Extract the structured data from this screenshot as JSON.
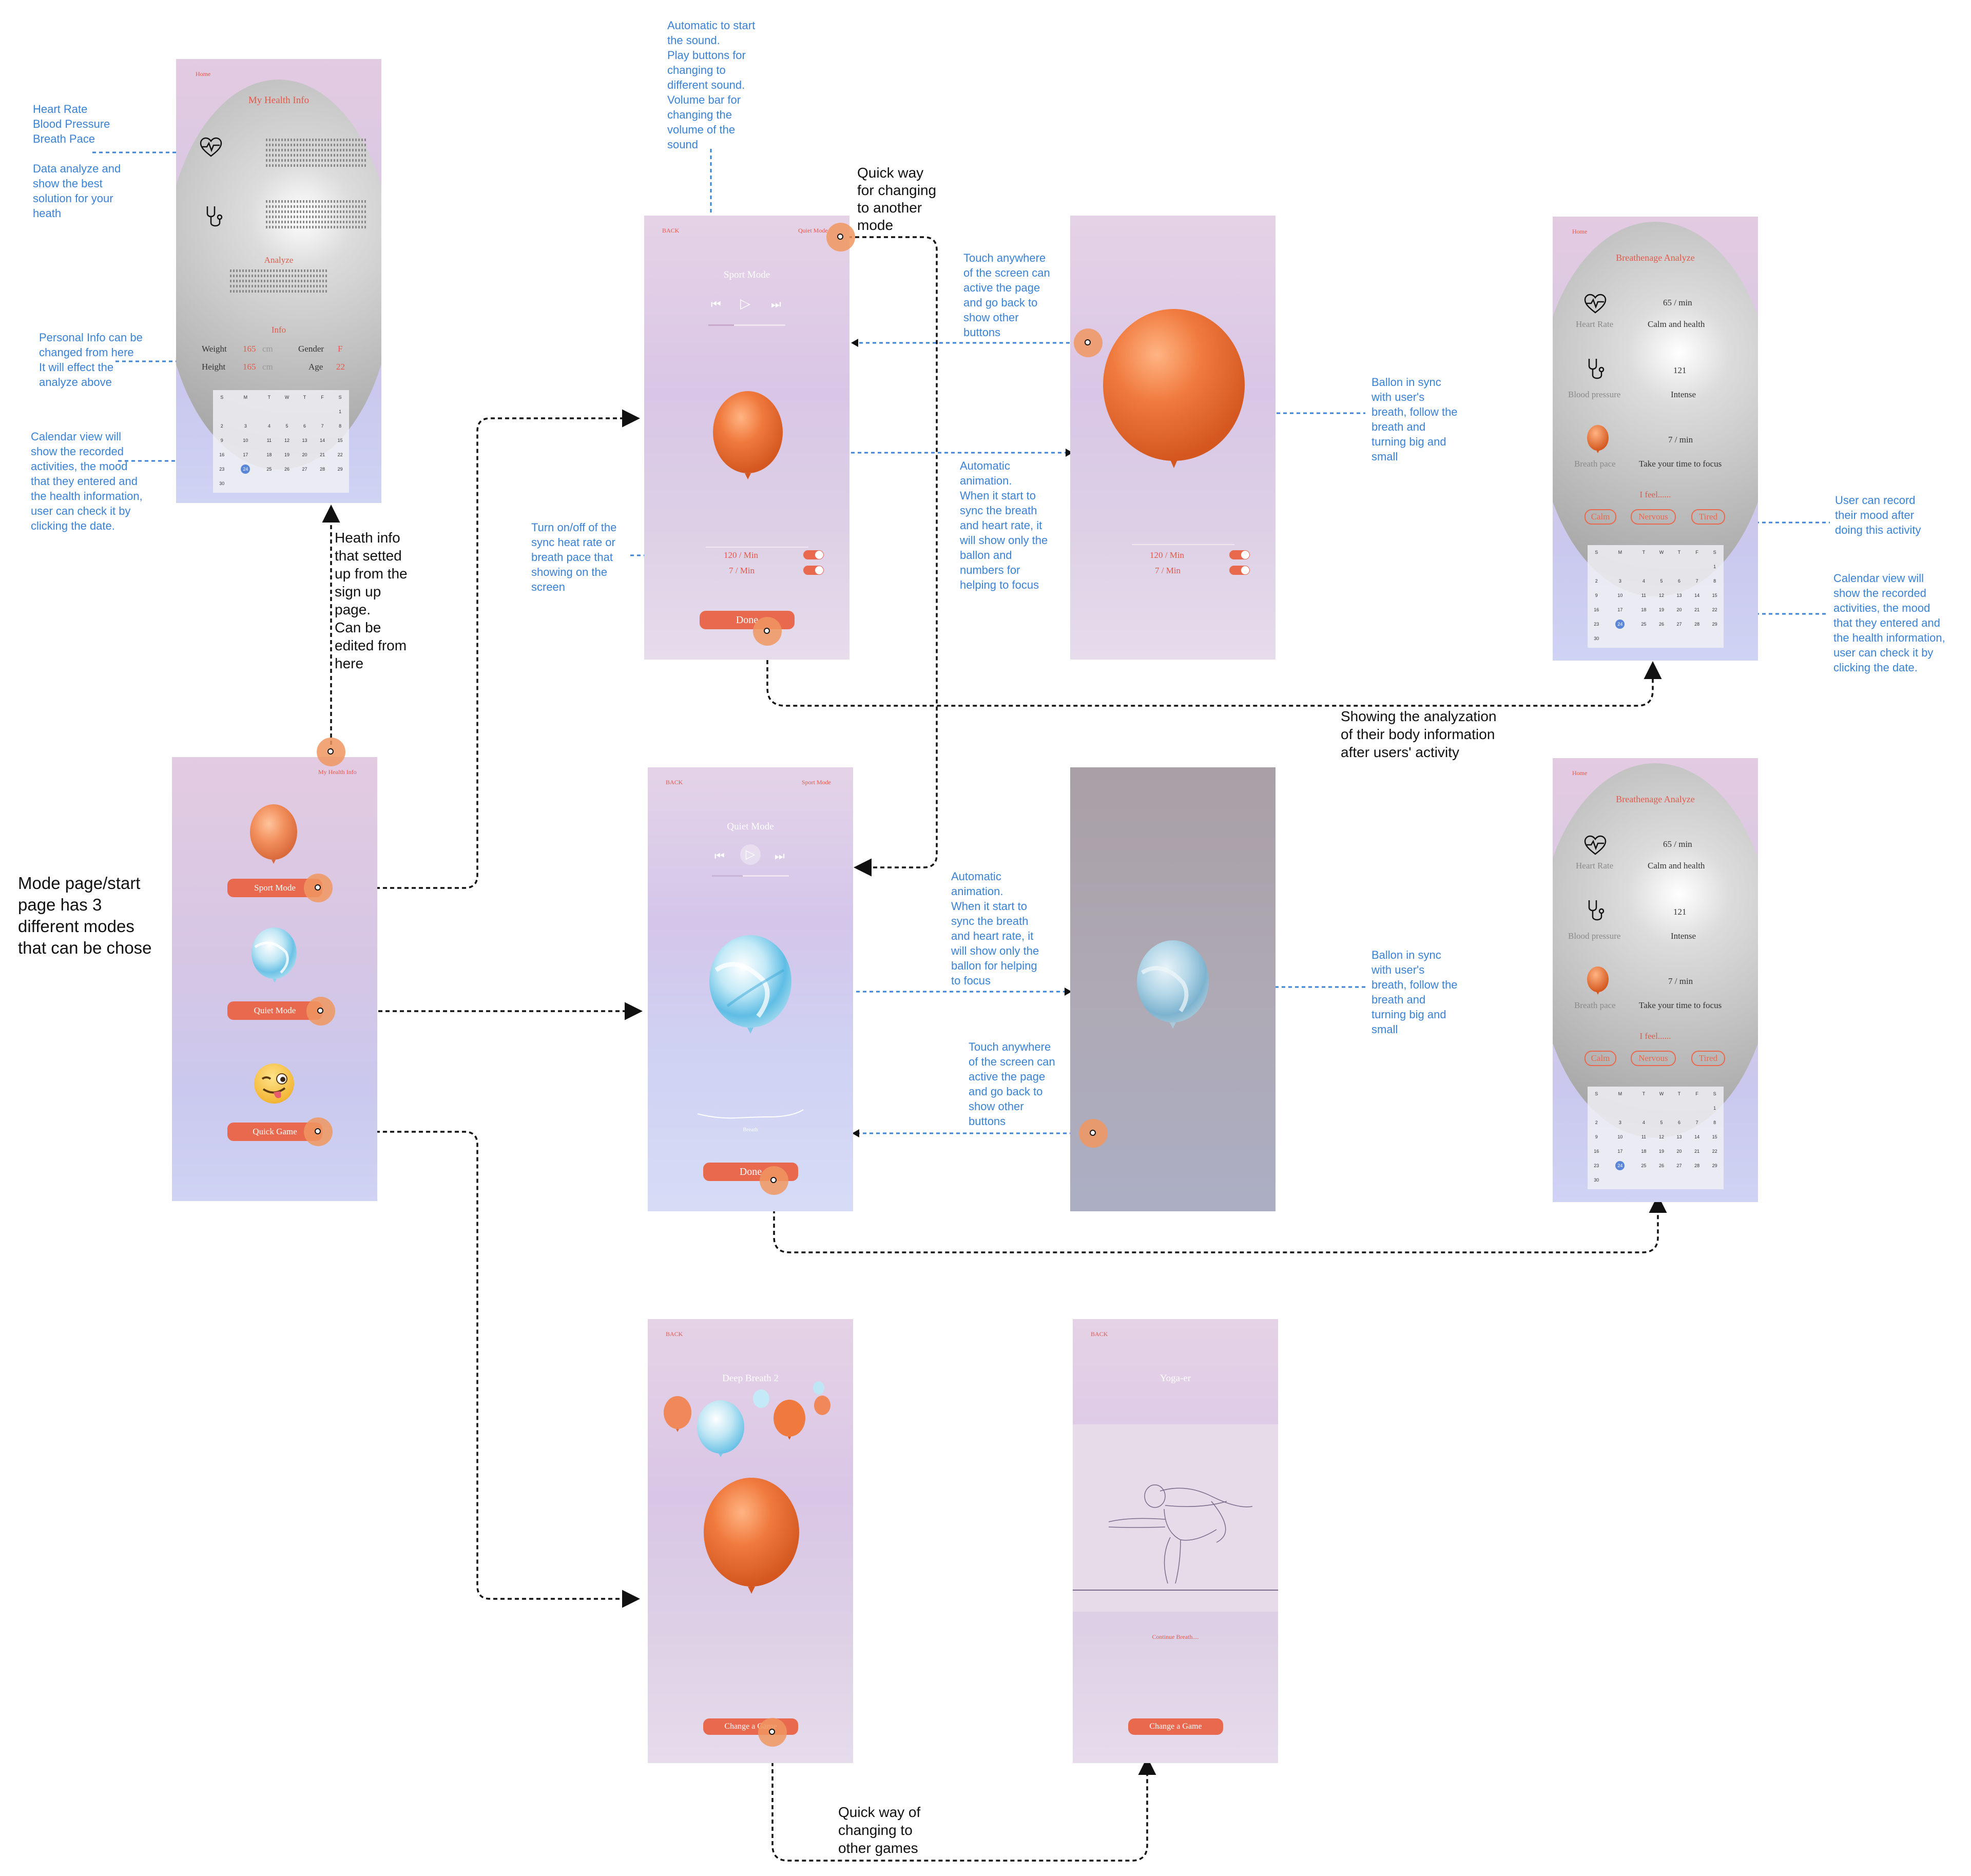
{
  "annotations": {
    "health_metrics": "Heart Rate\nBlood Pressure\nBreath Pace\n\nData analyze and\nshow the best\nsolution for your\nheath",
    "personal_info": "Personal Info can be\nchanged from here\nIt will effect the\nanalyze above",
    "calendar_left": "Calendar view will\nshow the recorded\nactivities, the mood\nthat they entered and\nthe health information,\nuser can check it by\nclicking the date.",
    "heath_info": "Heath info\nthat setted\nup from the\nsign up\npage.\nCan be\nedited from\nhere",
    "mode_page": "Mode page/start\npage has 3\ndifferent modes\nthat can be chose",
    "auto_sound": "Automatic to start\nthe sound.\nPlay buttons for\nchanging to\ndifferent sound.\nVolume bar for\nchanging the\nvolume of the\nsound",
    "quick_mode": "Quick way\nfor changing\nto another\nmode",
    "touch_anywhere_1": "Touch anywhere\nof the screen can\nactive the page\nand go back to\nshow other\nbuttons",
    "auto_anim_1": "Automatic\nanimation.\nWhen it start to\nsync the breath\nand heart rate, it\nwill show only the\nballon and\nnumbers for\nhelping to focus",
    "toggle_sync": "Turn on/off of the\nsync heat rate or\nbreath pace that\nshowing on the\nscreen",
    "balloon_sync_1": "Ballon in sync\nwith user's\nbreath, follow the\nbreath and\nturning big and\nsmall",
    "mood_record": "User can record\ntheir mood after\ndoing this activity",
    "calendar_right": "Calendar view will\nshow the recorded\nactivities, the mood\nthat they entered and\nthe health information,\nuser can check it by\nclicking the date.",
    "showing_analyze": "Showing the analyzation\nof their body information\nafter users' activity",
    "auto_anim_2": "Automatic\nanimation.\nWhen it start to\nsync the breath\nand heart rate, it\nwill show only the\nballon for helping\nto focus",
    "touch_anywhere_2": "Touch anywhere\nof the screen can\nactive the page\nand go back to\nshow other\nbuttons",
    "balloon_sync_2": "Ballon in sync\nwith user's\nbreath, follow the\nbreath and\nturning big and\nsmall",
    "quick_games": "Quick way of\nchanging to\nother games"
  },
  "health_screen": {
    "home": "Home",
    "title": "My Health Info",
    "analyze": "Analyze",
    "info": "Info",
    "weight_label": "Weight",
    "weight_value": "165",
    "weight_unit": "cm",
    "height_label": "Height",
    "height_value": "165",
    "height_unit": "cm",
    "gender_label": "Gender",
    "gender_value": "F",
    "age_label": "Age",
    "age_value": "22"
  },
  "mode_screen": {
    "top_link": "My Health Info",
    "sport": "Sport Mode",
    "quiet": "Quiet Mode",
    "game": "Quick Game"
  },
  "sport_screen": {
    "back": "BACK",
    "switch": "Quiet Mode",
    "title": "Sport Mode",
    "rate_1": "120 /  Min",
    "rate_2": "7 / Min",
    "done": "Done"
  },
  "sport_focus": {
    "rate_1": "120 /  Min",
    "rate_2": "7 / Min"
  },
  "quiet_screen": {
    "back": "BACK",
    "switch": "Sport Mode",
    "title": "Quiet Mode",
    "breath": "Breath",
    "done": "Done"
  },
  "analyze_screen": {
    "home": "Home",
    "title": "Breathenage Analyze",
    "hr_label": "Heart Rate",
    "hr_value": "65 / min",
    "hr_status": "Calm and health",
    "bp_label": "Blood pressure",
    "bp_value": "121",
    "bp_status": "Intense",
    "bpace_label": "Breath pace",
    "bpace_value": "7 / min",
    "bpace_status": "Take your time to focus",
    "feel": "I feel......",
    "moods": [
      "Calm",
      "Nervous",
      "Tired"
    ]
  },
  "calendar": {
    "days": [
      "S",
      "M",
      "T",
      "W",
      "T",
      "F",
      "S"
    ],
    "weeks": [
      [
        "",
        "",
        "",
        "",
        "",
        "",
        "1"
      ],
      [
        "2",
        "3",
        "4",
        "5",
        "6",
        "7",
        "8"
      ],
      [
        "9",
        "10",
        "11",
        "12",
        "13",
        "14",
        "15"
      ],
      [
        "16",
        "17",
        "18",
        "19",
        "20",
        "21",
        "22"
      ],
      [
        "23",
        "24",
        "25",
        "26",
        "27",
        "28",
        "29"
      ],
      [
        "30",
        "",
        "",
        "",
        "",
        "",
        ""
      ]
    ],
    "selected": "24"
  },
  "game1": {
    "back": "BACK",
    "title": "Deep Breath 2",
    "change": "Change a Game"
  },
  "game2": {
    "back": "BACK",
    "title": "Yoga-er",
    "continue": "Continue Breath....",
    "change": "Change a Game"
  },
  "colors": {
    "accent": "#e9694f",
    "annotation_blue": "#3a82d6",
    "hotspot": "#f0965f"
  }
}
